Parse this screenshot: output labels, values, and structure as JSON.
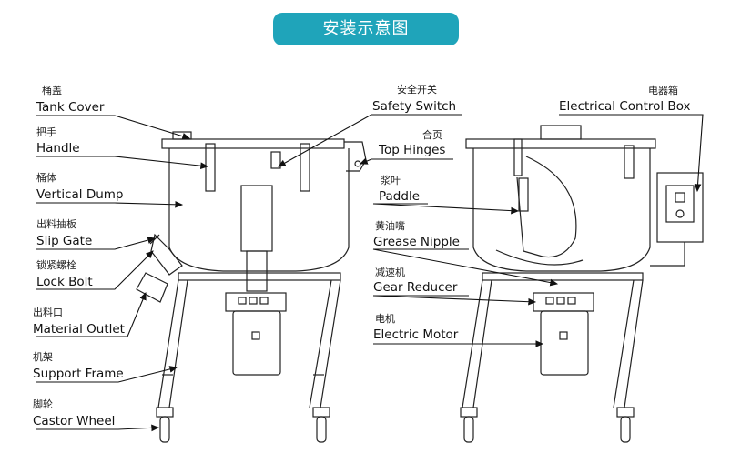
{
  "title": "安装示意图",
  "colors": {
    "title_bg": "#1fa4ba",
    "line": "#111111"
  },
  "left_labels": [
    {
      "cn": "桶盖",
      "en": "Tank Cover"
    },
    {
      "cn": "把手",
      "en": "Handle"
    },
    {
      "cn": "桶体",
      "en": "Vertical Dump"
    },
    {
      "cn": "出料抽板",
      "en": "Slip Gate"
    },
    {
      "cn": "锁紧螺栓",
      "en": "Lock Bolt"
    },
    {
      "cn": "出料口",
      "en": "Material Outlet"
    },
    {
      "cn": "机架",
      "en": "Support Frame"
    },
    {
      "cn": "脚轮",
      "en": "Castor Wheel"
    }
  ],
  "middle_labels": [
    {
      "cn": "安全开关",
      "en": "Safety Switch"
    },
    {
      "cn": "合页",
      "en": "Top Hinges"
    },
    {
      "cn": "浆叶",
      "en": "Paddle"
    },
    {
      "cn": "黄油嘴",
      "en": "Grease Nipple"
    },
    {
      "cn": "减速机",
      "en": "Gear Reducer"
    },
    {
      "cn": "电机",
      "en": "Electric Motor"
    }
  ],
  "right_labels": [
    {
      "cn": "电器箱",
      "en": "Electrical Control Box"
    }
  ]
}
